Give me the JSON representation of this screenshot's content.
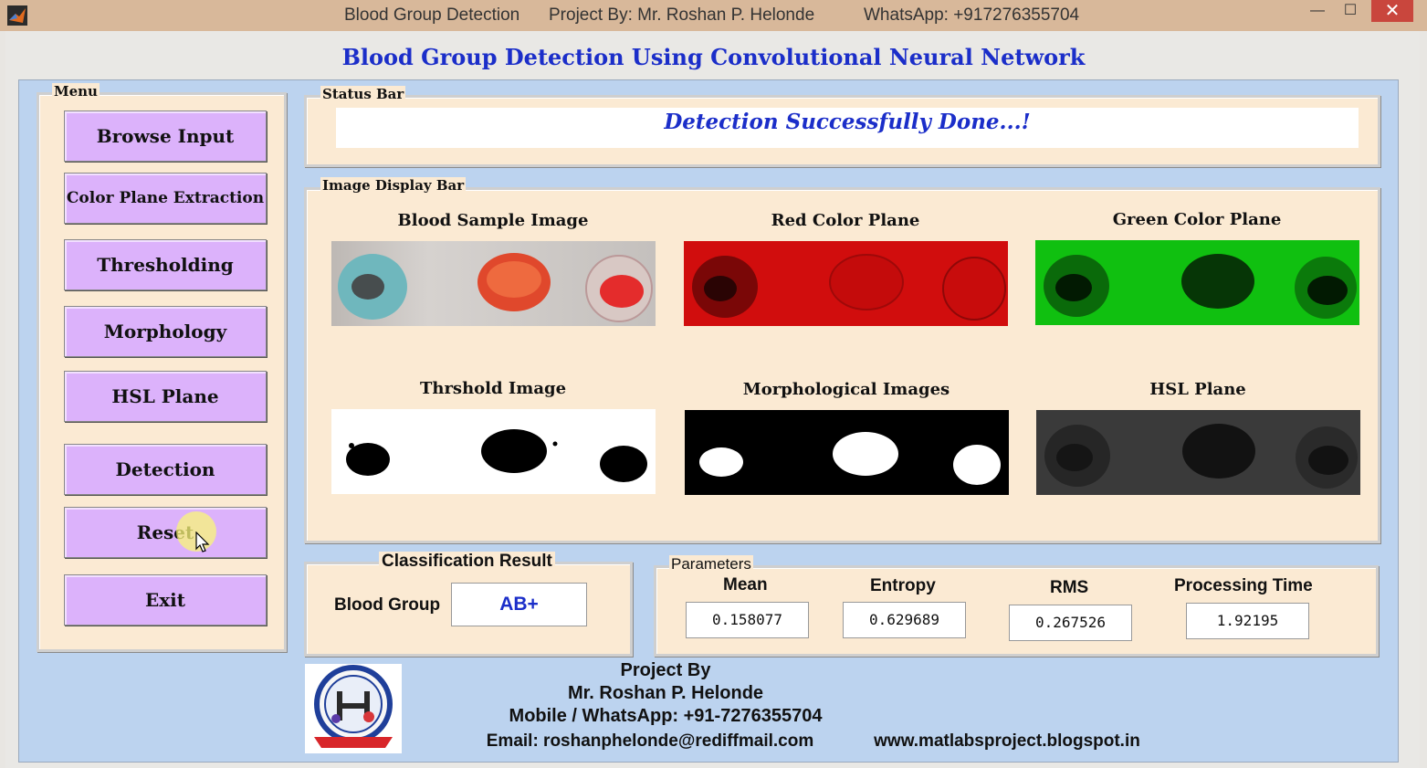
{
  "titlebar": {
    "app_title": "Blood Group Detection",
    "project_by": "Project By: Mr. Roshan P. Helonde",
    "whatsapp": "WhatsApp: +917276355704",
    "minimize": "—",
    "maximize": "☐",
    "close": "✕"
  },
  "heading": "Blood Group Detection Using Convolutional Neural Network",
  "menu": {
    "legend": "Menu",
    "buttons": [
      "Browse Input",
      "Color Plane Extraction",
      "Thresholding",
      "Morphology",
      "HSL Plane",
      "Detection",
      "Reset",
      "Exit"
    ]
  },
  "status_bar": {
    "legend": "Status Bar",
    "message": "Detection Successfully Done...!"
  },
  "image_display": {
    "legend": "Image Display Bar",
    "titles": [
      "Blood Sample Image",
      "Red Color Plane",
      "Green Color Plane",
      "Thrshold Image",
      "Morphological Images",
      "HSL Plane"
    ]
  },
  "classification": {
    "legend": "Classification Result",
    "label": "Blood Group",
    "value": "AB+"
  },
  "parameters": {
    "legend": "Parameters",
    "items": [
      {
        "label": "Mean",
        "value": "0.158077"
      },
      {
        "label": "Entropy",
        "value": "0.629689"
      },
      {
        "label": "RMS",
        "value": "0.267526"
      },
      {
        "label": "Processing Time",
        "value": "1.92195"
      }
    ]
  },
  "footer": {
    "project_by": "Project By",
    "name": "Mr. Roshan P. Helonde",
    "mobile": "Mobile / WhatsApp: +91-7276355704",
    "email": "Email: roshanphelonde@rediffmail.com",
    "website": "www.matlabsproject.blogspot.in"
  },
  "colors": {
    "heading": "#1b2ec9",
    "menu_button": "#dcb2fb",
    "panel_bg": "#fbead3",
    "window_bg": "#bcd3ef",
    "red_plane": "#d10d0d",
    "green_plane": "#10c010",
    "hsl_plane": "#3a3a3a"
  },
  "icons": {
    "app": "matlab-icon",
    "logo": "project-logo-icon"
  }
}
